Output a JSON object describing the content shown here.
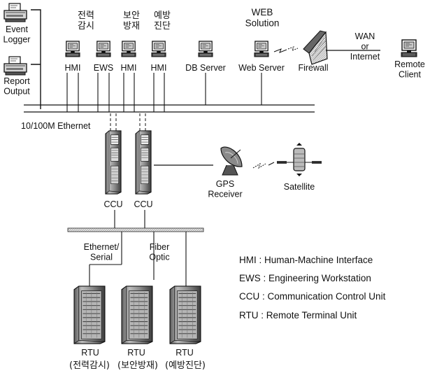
{
  "devices": {
    "event_logger": "Event\nLogger",
    "report_output": "Report\nOutput",
    "hmi_1": "HMI",
    "ews": "EWS",
    "hmi_2": "HMI",
    "hmi_3": "HMI",
    "db_server": "DB Server",
    "web_server": "Web Server",
    "firewall": "Firewall",
    "remote_client": "Remote\nClient",
    "ccu_1": "CCU",
    "ccu_2": "CCU",
    "gps_receiver": "GPS\nReceiver",
    "satellite": "Satellite",
    "rtu_1": "RTU",
    "rtu_2": "RTU",
    "rtu_3": "RTU"
  },
  "group_labels": {
    "power_monitoring": "전력\n감시",
    "security_disaster": "보안\n방재",
    "preventive_diagnosis": "예방\n진단",
    "web_solution": "WEB\nSolution",
    "wan_internet": "WAN\nor\nInternet"
  },
  "network": {
    "ethernet_label": "10/100M Ethernet",
    "link_ethernet_serial": "Ethernet/\nSerial",
    "link_fiber_optic": "Fiber\nOptic"
  },
  "rtu_roles": {
    "rtu_1": "(전력감시)",
    "rtu_2": "(보안방재)",
    "rtu_3": "(예방진단)"
  },
  "legend": [
    "HMI : Human-Machine Interface",
    "EWS : Engineering Workstation",
    "CCU : Communication Control Unit",
    "RTU : Remote Terminal Unit"
  ],
  "icons": {
    "printer": "printer-icon",
    "workstation": "workstation-icon",
    "server": "server-tower-icon",
    "firewall": "firewall-icon",
    "gps": "satellite-dish-icon",
    "satellite": "satellite-icon"
  }
}
